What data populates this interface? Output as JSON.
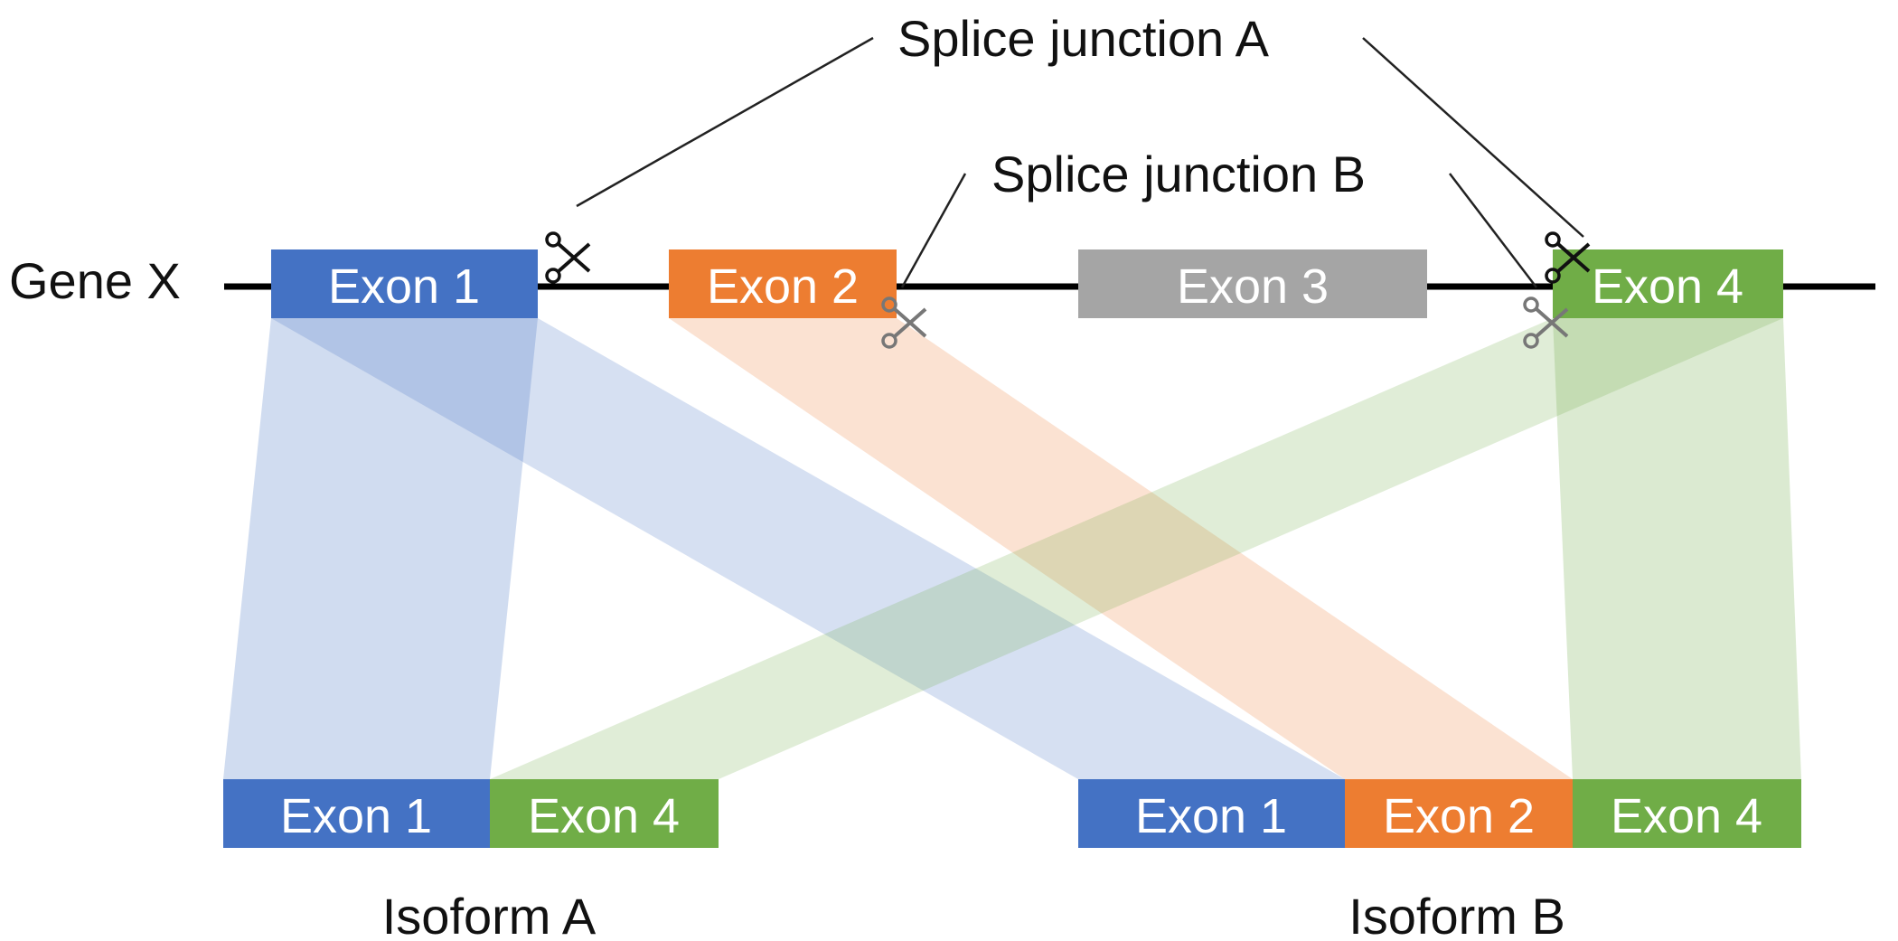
{
  "gene": {
    "label": "Gene X"
  },
  "exons": {
    "exon1": {
      "label": "Exon 1",
      "color": "#4472C4"
    },
    "exon2": {
      "label": "Exon 2",
      "color": "#ED7D31"
    },
    "exon3": {
      "label": "Exon 3",
      "color": "#A5A5A5"
    },
    "exon4": {
      "label": "Exon 4",
      "color": "#70AD47"
    }
  },
  "junctions": {
    "a": {
      "label": "Splice junction A"
    },
    "b": {
      "label": "Splice junction B"
    }
  },
  "isoforms": {
    "a": {
      "label": "Isoform A",
      "exons": [
        "Exon 1",
        "Exon 4"
      ]
    },
    "b": {
      "label": "Isoform B",
      "exons": [
        "Exon 1",
        "Exon 2",
        "Exon 4"
      ]
    }
  },
  "icons": {
    "scissors": "scissors-icon"
  }
}
